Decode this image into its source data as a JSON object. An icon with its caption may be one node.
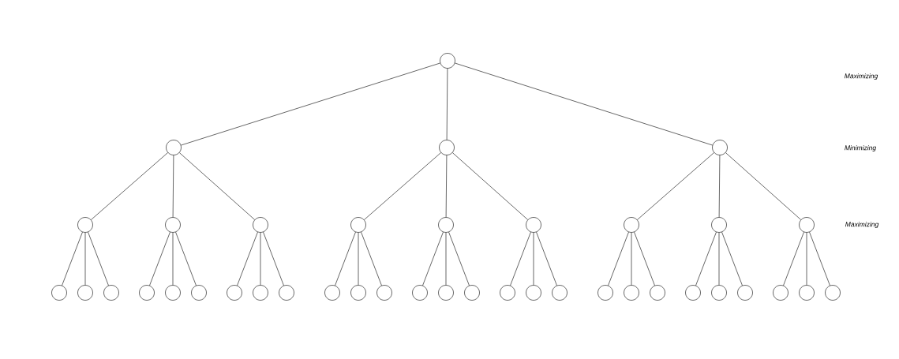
{
  "diagram": {
    "nodes": [
      {
        "text": [],
        "shape": "circle"
      },
      {
        "text": [],
        "shape": "circle"
      },
      {
        "text": [],
        "shape": "circle"
      },
      {
        "text": [],
        "shape": "circle"
      },
      {
        "text": [],
        "shape": "circle"
      },
      {
        "text": [],
        "shape": "circle"
      },
      {
        "text": [],
        "shape": "circle"
      },
      {
        "text": [],
        "shape": "circle"
      },
      {
        "text": [],
        "shape": "circle"
      },
      {
        "text": [],
        "shape": "circle"
      },
      {
        "text": [],
        "shape": "circle"
      },
      {
        "text": [],
        "shape": "circle"
      },
      {
        "text": [],
        "shape": "circle"
      },
      {
        "text": [],
        "shape": "circle"
      },
      {
        "text": [],
        "shape": "circle"
      },
      {
        "text": [],
        "shape": "circle"
      },
      {
        "text": [],
        "shape": "circle"
      },
      {
        "text": [],
        "shape": "circle"
      },
      {
        "text": [],
        "shape": "circle"
      },
      {
        "text": [],
        "shape": "circle"
      },
      {
        "text": [],
        "shape": "circle"
      },
      {
        "text": [],
        "shape": "circle"
      },
      {
        "text": [],
        "shape": "circle"
      },
      {
        "text": [],
        "shape": "circle"
      },
      {
        "text": [],
        "shape": "circle"
      },
      {
        "text": [],
        "shape": "circle"
      },
      {
        "text": [],
        "shape": "circle"
      },
      {
        "text": [],
        "shape": "circle"
      },
      {
        "text": [],
        "shape": "circle"
      },
      {
        "text": [],
        "shape": "circle"
      },
      {
        "text": [],
        "shape": "circle"
      },
      {
        "text": [],
        "shape": "circle"
      },
      {
        "text": [],
        "shape": "circle"
      },
      {
        "text": [],
        "shape": "circle"
      },
      {
        "text": [],
        "shape": "circle"
      },
      {
        "text": [],
        "shape": "circle"
      },
      {
        "text": [],
        "shape": "circle"
      },
      {
        "text": [],
        "shape": "circle"
      },
      {
        "text": [],
        "shape": "circle"
      },
      {
        "text": [],
        "shape": "circle"
      }
    ],
    "edges": [
      {
        "from": 0,
        "to": 1,
        "arrow": "none"
      },
      {
        "from": 0,
        "to": 2,
        "arrow": "none"
      },
      {
        "from": 0,
        "to": 3,
        "arrow": "none"
      },
      {
        "from": 1,
        "to": 4,
        "arrow": "none"
      },
      {
        "from": 1,
        "to": 5,
        "arrow": "none"
      },
      {
        "from": 1,
        "to": 6,
        "arrow": "none"
      },
      {
        "from": 2,
        "to": 7,
        "arrow": "none"
      },
      {
        "from": 2,
        "to": 8,
        "arrow": "none"
      },
      {
        "from": 2,
        "to": 9,
        "arrow": "none"
      },
      {
        "from": 3,
        "to": 10,
        "arrow": "none"
      },
      {
        "from": 3,
        "to": 11,
        "arrow": "none"
      },
      {
        "from": 3,
        "to": 12,
        "arrow": "none"
      },
      {
        "from": 4,
        "to": 13,
        "arrow": "none"
      },
      {
        "from": 4,
        "to": 14,
        "arrow": "none"
      },
      {
        "from": 4,
        "to": 15,
        "arrow": "none"
      },
      {
        "from": 5,
        "to": 16,
        "arrow": "none"
      },
      {
        "from": 5,
        "to": 17,
        "arrow": "none"
      },
      {
        "from": 5,
        "to": 18,
        "arrow": "none"
      },
      {
        "from": 6,
        "to": 19,
        "arrow": "none"
      },
      {
        "from": 6,
        "to": 20,
        "arrow": "none"
      },
      {
        "from": 6,
        "to": 21,
        "arrow": "none"
      },
      {
        "from": 7,
        "to": 22,
        "arrow": "none"
      },
      {
        "from": 7,
        "to": 23,
        "arrow": "none"
      },
      {
        "from": 7,
        "to": 24,
        "arrow": "none"
      },
      {
        "from": 8,
        "to": 25,
        "arrow": "none"
      },
      {
        "from": 8,
        "to": 26,
        "arrow": "none"
      },
      {
        "from": 8,
        "to": 27,
        "arrow": "none"
      },
      {
        "from": 9,
        "to": 28,
        "arrow": "none"
      },
      {
        "from": 9,
        "to": 29,
        "arrow": "none"
      },
      {
        "from": 9,
        "to": 30,
        "arrow": "none"
      },
      {
        "from": 10,
        "to": 31,
        "arrow": "none"
      },
      {
        "from": 10,
        "to": 32,
        "arrow": "none"
      },
      {
        "from": 10,
        "to": 33,
        "arrow": "none"
      },
      {
        "from": 11,
        "to": 34,
        "arrow": "none"
      },
      {
        "from": 11,
        "to": 35,
        "arrow": "none"
      },
      {
        "from": 11,
        "to": 36,
        "arrow": "none"
      },
      {
        "from": 12,
        "to": 37,
        "arrow": "none"
      },
      {
        "from": 12,
        "to": 38,
        "arrow": "none"
      },
      {
        "from": 12,
        "to": 39,
        "arrow": "none"
      }
    ],
    "labels": [
      "Maximizing",
      "Minimizing",
      "Maximizing"
    ]
  }
}
